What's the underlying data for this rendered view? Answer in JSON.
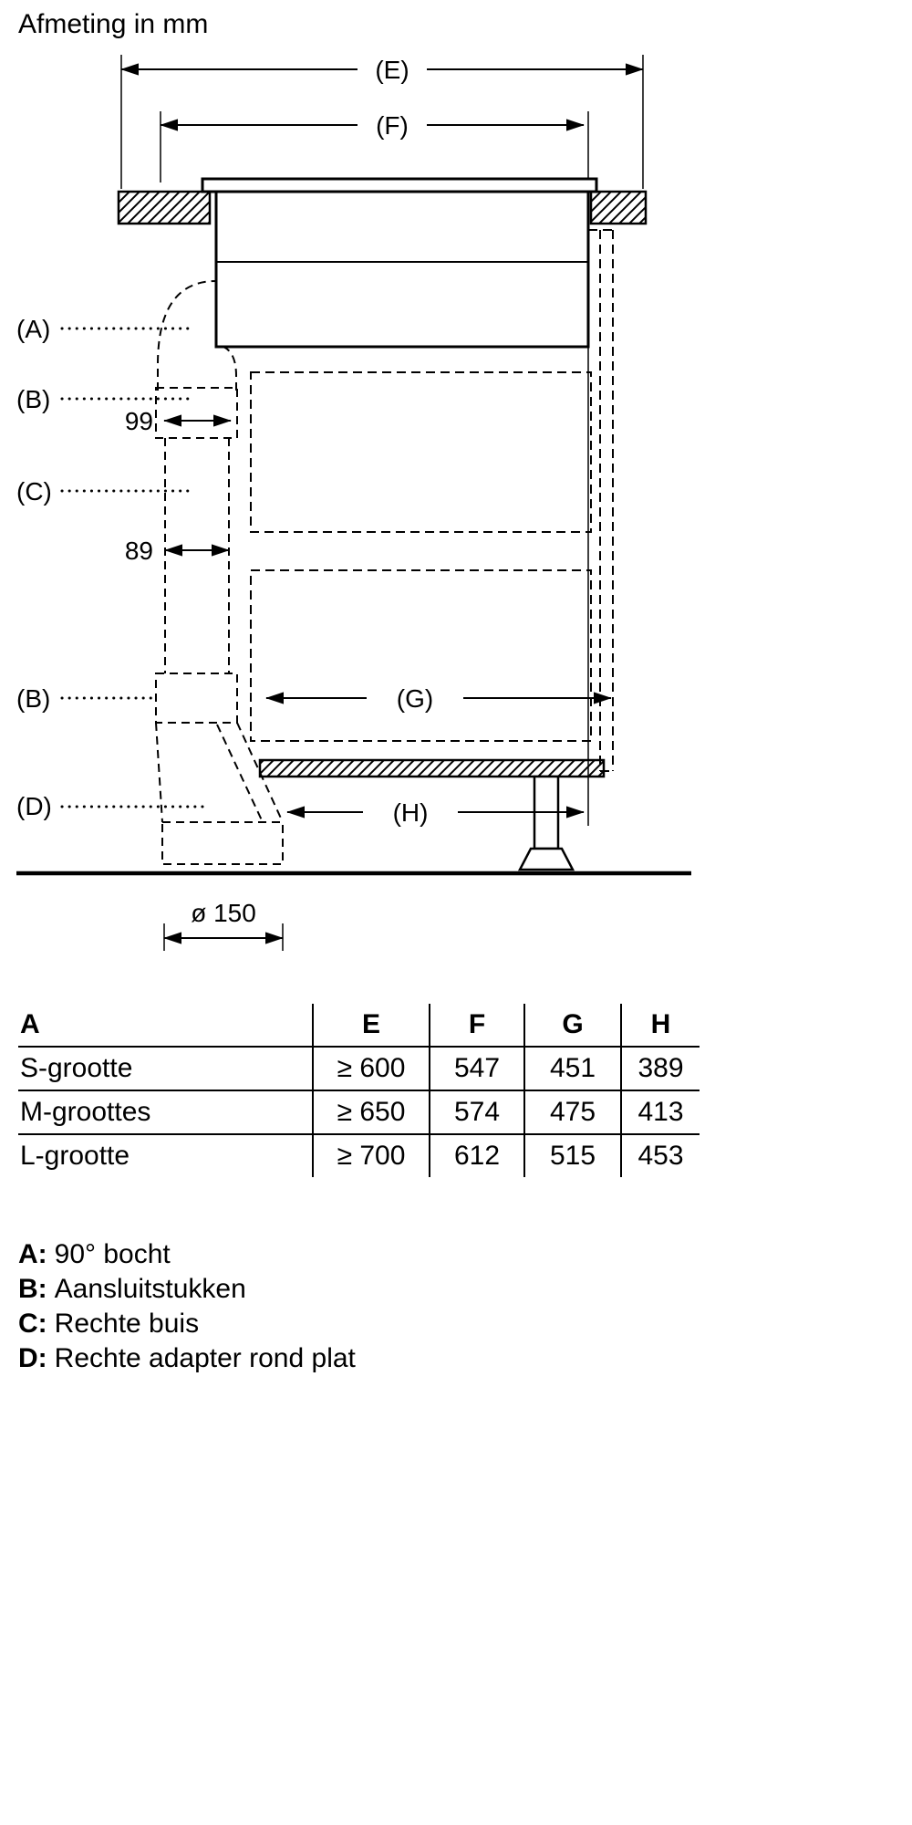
{
  "title": "Afmeting in mm",
  "diagram": {
    "dim_e": "(E)",
    "dim_f": "(F)",
    "dim_g": "(G)",
    "dim_h": "(H)",
    "duct_width_top": "99",
    "duct_width_mid": "89",
    "outlet_diameter": "ø 150",
    "label_a": "(A)",
    "label_b_upper": "(B)",
    "label_c": "(C)",
    "label_b_lower": "(B)",
    "label_d": "(D)"
  },
  "table": {
    "headers": [
      "A",
      "E",
      "F",
      "G",
      "H"
    ],
    "rows": [
      [
        "S-grootte",
        "≥ 600",
        "547",
        "451",
        "389"
      ],
      [
        "M-groottes",
        "≥ 650",
        "574",
        "475",
        "413"
      ],
      [
        "L-grootte",
        "≥ 700",
        "612",
        "515",
        "453"
      ]
    ]
  },
  "legend": [
    {
      "key": "A:",
      "text": "90° bocht"
    },
    {
      "key": "B:",
      "text": "Aansluitstukken"
    },
    {
      "key": "C:",
      "text": "Rechte buis"
    },
    {
      "key": "D:",
      "text": "Rechte adapter rond plat"
    }
  ],
  "colors": {
    "line": "#000000",
    "background": "#ffffff"
  }
}
